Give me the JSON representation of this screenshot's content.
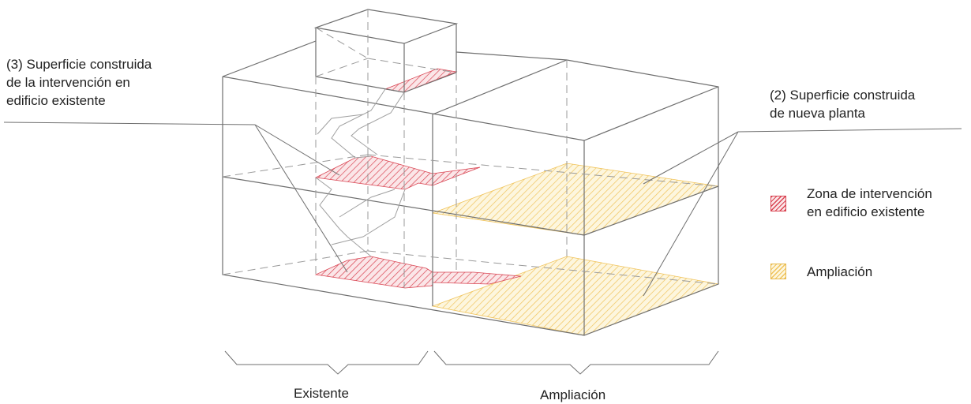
{
  "callouts": {
    "intervention": {
      "lines": [
        "(3) Superficie construida",
        "de la intervención en",
        "edificio existente"
      ]
    },
    "new_build": {
      "lines": [
        "(2) Superficie construida",
        "de nueva planta"
      ]
    }
  },
  "legend": {
    "items": [
      {
        "lines": [
          "Zona de intervención",
          "en edificio existente"
        ],
        "color": "#d94452",
        "fill": "#fbe6e8"
      },
      {
        "lines": [
          "Ampliación"
        ],
        "color": "#f0c35a",
        "fill": "#fdf6de"
      }
    ]
  },
  "brackets": {
    "existing": "Existente",
    "extension": "Ampliación"
  },
  "colors": {
    "line": "#6f6f6f",
    "dash": "#9a9a9a",
    "red_hatch": "#d94452",
    "yellow_hatch": "#f0c35a"
  }
}
